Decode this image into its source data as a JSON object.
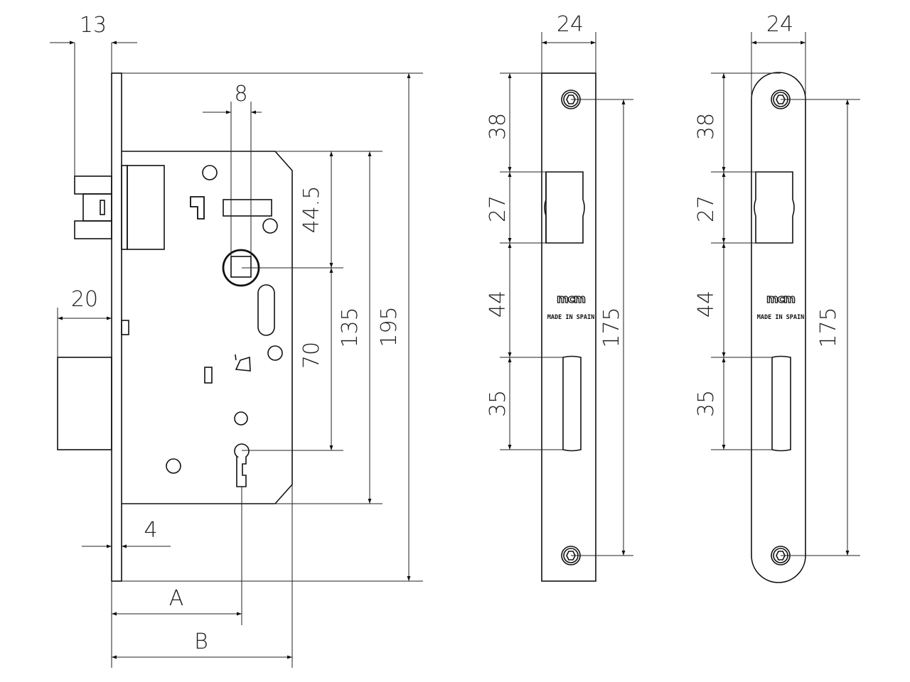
{
  "drawing": {
    "title": "Mortise lock technical drawing",
    "lock_body": {
      "dimensions": {
        "faceplate_depth": "13",
        "follower_width": "8",
        "latch_projection": "20",
        "faceplate_thickness": "4",
        "follower_to_key": "70",
        "follower_offset": "44.5",
        "case_height": "135",
        "faceplate_height": "195",
        "backset_a": "A",
        "backset_b": "B"
      }
    },
    "strike_square": {
      "dimensions": {
        "width": "24",
        "top_to_latch": "38",
        "latch_opening": "27",
        "gap": "44",
        "bolt_opening": "35",
        "screw_spacing": "175"
      },
      "brand": "mcm",
      "made_in": "MADE IN SPAIN"
    },
    "strike_round": {
      "dimensions": {
        "width": "24",
        "top_to_latch": "38",
        "latch_opening": "27",
        "gap": "44",
        "bolt_opening": "35",
        "screw_spacing": "175"
      },
      "brand": "mcm",
      "made_in": "MADE IN SPAIN"
    }
  }
}
